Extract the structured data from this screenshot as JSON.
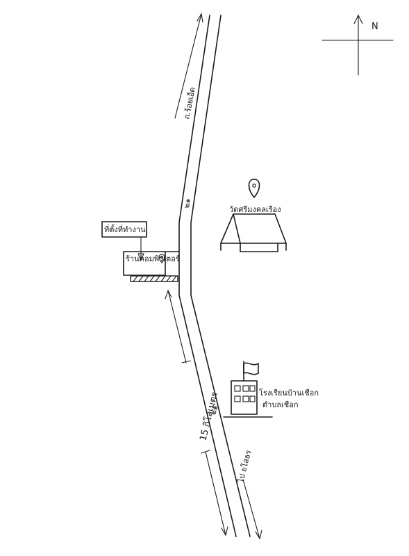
{
  "compass": {
    "north_label": "N"
  },
  "road": {
    "route_top": "ถ.ร้อยเอ็ด",
    "route_mid": "๒๑",
    "route_bottom": "๒๑",
    "destination_bottom": "ไป ยโสธร"
  },
  "distance_label": "15 กิโลเมตร",
  "locations": {
    "current_position_label": "ที่ตั้งที่ทำงาน",
    "workplace_label": "ร้านคอมพิวเตอร์",
    "temple_label": "วัดศรีมงคลเรือง",
    "school_label": "โรงเรียนบ้านเชือก",
    "school_sublabel": "ตำบลเชือก"
  },
  "colors": {
    "ink": "#1a1a1a",
    "paper": "#ffffff"
  }
}
